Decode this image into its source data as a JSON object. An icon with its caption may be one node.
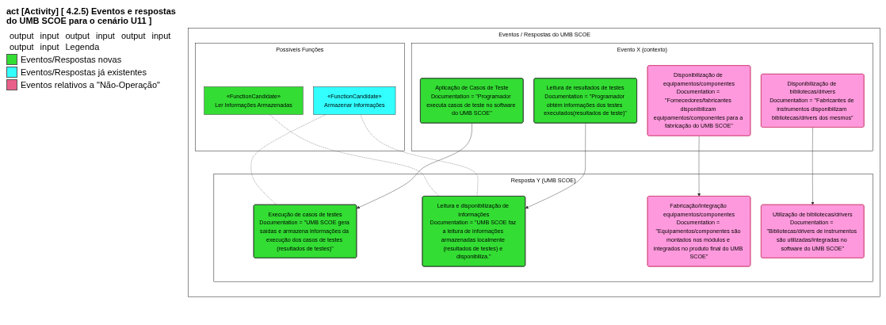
{
  "diagram": {
    "title": "act [Activity] [ 4.2.5) Eventos e respostas do UMB SCOE para o cenário U11 ]",
    "nodes": [
      {
        "text": [
          "Eventos / Respostas do UMB SCOE"
        ]
      },
      {
        "text": [
          "Evento X (contexto)"
        ],
        "in": 0
      },
      {
        "text": [
          "Resposta Y (UMB SCOE)"
        ],
        "in": 0
      },
      {
        "text": [
          "Possíveis Funções"
        ],
        "in": 0
      },
      {
        "text": [
          "Aplicação de Casos de Teste",
          "Documentation = \"Programador executa casos de teste no software do UMB SCOE\""
        ],
        "in": 1
      },
      {
        "text": [
          "Leitura de resultados de testes",
          "Documentation = \"Programador obtém informações dos testes executados(resultados de teste)\""
        ],
        "in": 1
      },
      {
        "text": [
          "Disponibilização de equipamentos/componentes",
          "Documentation = \"Fornecedores/fabricantes disponibilizam equipamentos/componentes para a fabricação do UMB SCOE\""
        ],
        "in": 1
      },
      {
        "text": [
          "Disponibilização de bibliotecas/drivers",
          "Documentation = \"Fabricantes de instrumentos disponibilizam bibliotecas/drivers dos mesmos\""
        ],
        "in": 1
      },
      {
        "text": [
          "Execução de casos de testes",
          "Documentation = \"UMB SCOE gera saídas e armazena informações da execução dos casos de testes (resultados de testes)\""
        ],
        "in": 2
      },
      {
        "text": [
          "Leitura e disponibilização de informações",
          "Documentation = \"UMB SCOE faz a leitura de informações armazenadas localmente (resultados de testes) e disponibiliza.\""
        ],
        "in": 2
      },
      {
        "text": [
          "Fabricação/Integração equipamentos/componentes",
          "Documentation = \"Equipamentos/componentes são montados nos módulos e integrados no produto final do UMB SCOE\""
        ],
        "in": 2
      },
      {
        "text": [
          "Utilização de bibliotecas/drivers",
          "Documentation = \"Bibliotecas/drivers de instrumentos são utilizadas/integradas no software do UMB SCOE\""
        ],
        "in": 2
      },
      {
        "text": [
          "«FunctionCandidate»",
          "Armazenar Informações"
        ],
        "in": 3
      },
      {
        "text": [
          "«FunctionCandidate»",
          "Ler Informações Armazenadas"
        ],
        "in": 3
      }
    ],
    "edges": [
      {
        "from": 4,
        "to": 8,
        "arrow": "to"
      },
      {
        "from": 5,
        "to": 9,
        "arrow": "to"
      },
      {
        "from": 6,
        "to": 10,
        "arrow": "to"
      },
      {
        "from": 7,
        "to": 11,
        "arrow": "to"
      },
      {
        "from": 12,
        "to": 8,
        "arrow": "none",
        "style": "dashed"
      },
      {
        "from": 12,
        "to": 9,
        "arrow": "none",
        "style": "dashed"
      },
      {
        "from": 13,
        "to": 9,
        "arrow": "none",
        "style": "dashed"
      }
    ],
    "labels": [
      "output",
      "input",
      "output",
      "input",
      "output",
      "input",
      "output",
      "input",
      "Legenda"
    ],
    "legend": [
      {
        "text": "Eventos/Respostas novas",
        "color": "#33dd33"
      },
      {
        "text": "Eventos/Respostas já existentes",
        "color": "#33ffff"
      },
      {
        "text": "Eventos relativos a \"Não-Operação\"",
        "color": "#e8608a"
      }
    ]
  }
}
